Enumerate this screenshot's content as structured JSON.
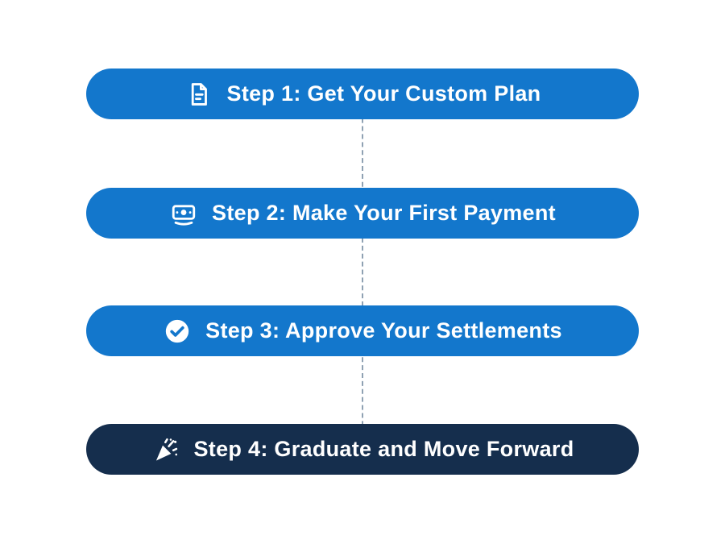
{
  "diagram": {
    "type": "step-flow",
    "background": "#ffffff"
  },
  "steps": [
    {
      "label": "Step 1: Get Your Custom Plan",
      "icon": "document-icon",
      "color": "#1377cc"
    },
    {
      "label": "Step 2: Make Your First Payment",
      "icon": "banknote-icon",
      "color": "#1377cc"
    },
    {
      "label": "Step 3: Approve Your Settlements",
      "icon": "check-circle-icon",
      "color": "#1377cc"
    },
    {
      "label": "Step 4: Graduate and Move Forward",
      "icon": "party-popper-icon",
      "color": "#152e4d"
    }
  ],
  "colors": {
    "pill_blue": "#1377cc",
    "pill_navy": "#152e4d",
    "text": "#ffffff",
    "connector_line": "#8fa1b3",
    "background": "#ffffff"
  }
}
